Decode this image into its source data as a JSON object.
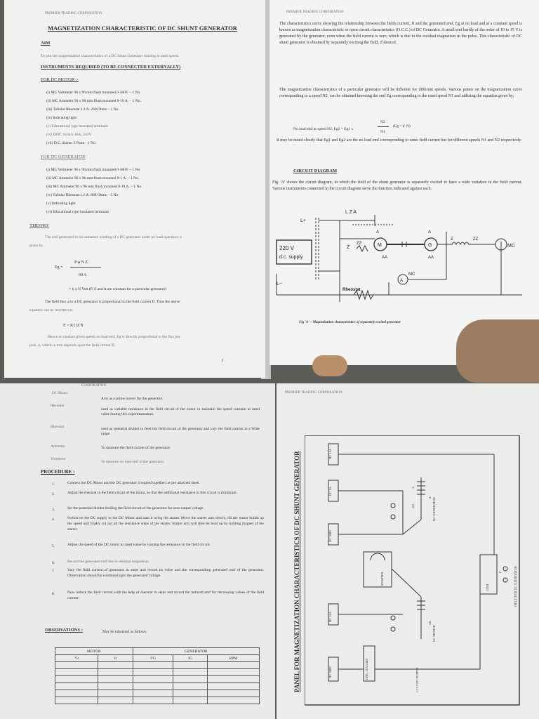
{
  "header": "PREMIER TRADING CORPORATION",
  "page1": {
    "title": "MAGNETIZATION CHARACTERISTIC OF DC SHUNT GENERATOR",
    "aim_heading": "AIM",
    "aim_text": "To plot the magnetization characteristics of a DC Shunt Generator running at rated speed.",
    "instruments_heading": "INSTRUMENTS REQUIRED (TO BE CONNECTED EXTERNALLY)",
    "motor_heading": "FOR DC MOTOR :-",
    "motor_items": [
      "(i)     MC Voltmeter 96 x 96 mm flush mounted 0-300V – 1 No.",
      "(ii)    MC Ammeter 96 x 96 mm flush mounted 0-10 A. – 1 No.",
      "(iii)   Tubular Rheostat 1.2 A. 260 Ohms – 1 No.",
      "(iv)   Indicating light",
      "(v)    Educational type insulated terminals",
      "(vi)   DPIC Switch 16A, 240V",
      "(vii)  D.C. Starter 3 Point  - 1 No."
    ],
    "generator_heading": "FOR DC GENERATOR",
    "generator_items": [
      "(i)     MC Voltmeter 96 x 96 mm flush mounted 0-300V – 1 No.",
      "(ii)    MC Ammeter 96 x 96 mm flush mounted 0-1 A. – 1 No.",
      "(iii)   MC Ammeter 96 x 96 mm flush mounted 0-10 A. – 1 No.",
      "(iv)   Tubular Rheostat 1.1 A. 800 Ohms – 1 No.",
      "(v)    Indicating light",
      "(vi)   Educational type insulated terminals"
    ],
    "theory_heading": "THEORY",
    "theory_line1": "The emf generated in the armature winding of a DC generator under no load operation is",
    "theory_line2": "given by",
    "eq_num": "P φ N Z",
    "eq_lhs": "Eg =",
    "eq_den": "60 A",
    "eq_k": "= k φ N Volt  (P, Z and A are constant for a particular generator)",
    "flux_line1": "The field flux φ in a DC generator is proportional to the field current If. Thus the above",
    "flux_line2": "equation can be rewritten as",
    "eq2": "E = K1 If N",
    "hence1": "Hence at constant given speed, no load emf, Eg is directly proportional to the flux per",
    "hence2": "pole, φ, which in turn depends upon the field current If.",
    "page_no": "1"
  },
  "page2": {
    "para1": "The characteristics curve showing the relationship between the fields current, If and the generated emf, Eg at no load and at a constant speed is known as magnetization characteristic or open circuit characteristics (O.C.C.) of DC Generator. A small emf hardly of the order of 10 to 15 V is generated by the generator, even when the field current is zero, which is due to the residual magnetism in the poles. This characteristic of DC shunt generator is obtained by separately exciting the field, if desired.",
    "para2": "The magnetization characteristics of a particular generator will be different for different speeds. Various points on the magnetization curve corresponding to a speed N2, can be obtained knowing the emf Eg corresponding to the rated speed N1 and utilizing the equation given by,",
    "eq_left": "No load emf at speed N2, Eg2 = Eg1 x",
    "eq_frac_top": "N2",
    "eq_frac_bot": "N1",
    "eq_right": "(Eg = k' N)",
    "para3": "It may be noted clearly that Eg1 and Eg2 are the no load emf corresponding to same field current but for different speeds N1 and N2 respectively.",
    "circuit_heading": "CIRCUIT DIAGRAM",
    "circuit_text": "Fig. 'A' shows the circuit diagram, in which the field of the shunt generator is separately excited to have a wide variation in the field current. Various instruments connected in the circuit diagram serve the function indicated against each.",
    "caption": "Fig 'A' – Magnetization characteristics of separately excited generator",
    "diagram": {
      "supply": "220 V",
      "supply2": "d.c. supply",
      "lplus": "L+",
      "lminus": "L−",
      "lza": "L Z A",
      "z": "Z",
      "zz": "ZZ",
      "m": "M",
      "g": "G",
      "a": "A",
      "aa": "AA",
      "mc": "MC",
      "rheostat": "Rheostat"
    }
  },
  "page3": {
    "header": "CORPORATION",
    "rows": [
      {
        "label": "DC Motor",
        "text": "Acts as a prime mover for the generator."
      },
      {
        "label": "Rheostat",
        "text": "used as variable resistance in the field circuit of the motor to maintain the speed constant at rated value during this experimentation."
      },
      {
        "label": "Rheostat",
        "text": "used as potential divider to feed the field circuit of the generator and vary the field current in a Wide range."
      },
      {
        "label": "Ammeter",
        "text": "To measure the field current of the generator."
      },
      {
        "label": "Voltmeter",
        "text": "To measure no load emf of the generator."
      }
    ],
    "procedure_heading": "PROCEDURE :",
    "steps": [
      {
        "n": "1.",
        "text": "Connect the DC Motor and the DC generator (coupled together) as per attached sheet."
      },
      {
        "n": "2.",
        "text": "Adjust the rheostat in the field circuit of the motor, so that the additional resistance in this circuit is minimum."
      },
      {
        "n": "3.",
        "text": "Set the potential divider feeding the field circuit of the generator for zero output voltage."
      },
      {
        "n": "4.",
        "text": "Switch-on the DC supply to the DC Motor and start it using the starter. Move the starter arm slowly, till the motor builds up the speed and finally cut out all the resistance steps of the starter. Starter arm will then be hold up by holding magnet of the starter."
      },
      {
        "n": "5.",
        "text": "Adjust the speed of the DC motor to rated value by varying the resistance in the field circuit."
      },
      {
        "n": "6.",
        "text": "Record the generated emf due to residual magnetism."
      },
      {
        "n": "7.",
        "text": "Vary the field current of generator in steps and record its value and the corresponding generated emf of the generator. Observation should be continued upto the generated voltage."
      },
      {
        "n": "8.",
        "text": "Now reduce the field current with the help of rheostat in steps and record the induced emf for decreasing values of the field current."
      }
    ],
    "observations_heading": "OBSERVATIONS :",
    "observations_text": "May be tabulated as follows.",
    "table": {
      "motor": "MOTOR",
      "generator": "GENERATOR",
      "vt": "Vt",
      "it": "It",
      "vg": "VG",
      "ig": "IG",
      "rpm": "RPM"
    }
  },
  "page4": {
    "header": "PREMIER TRADING CORPORATION",
    "side_title": "PANEL FOR MAGNETIZATION CHARACTERISTICS OF DC SHUNT GENERATOR",
    "m_dc15a": "DC 15A",
    "m_dc1a": "DC 1A",
    "m_dc300v": "DC 300V",
    "m_dc10a": "DC 10A",
    "m_dc300v2": "DC 300V",
    "dpic": "DPIC 16A/240V",
    "starter": "STARTER",
    "dc_generator": "DC GENERATOR",
    "dc_motor": "DC MOTOR",
    "com": "COM",
    "f": "F",
    "field_gen": "FIELD FOR DC GENERATOR",
    "dc_supply": "L1 L2 DC SUPPLY",
    "a": "A",
    "aa": "AA",
    "z": "Z",
    "zz": "ZZ"
  }
}
